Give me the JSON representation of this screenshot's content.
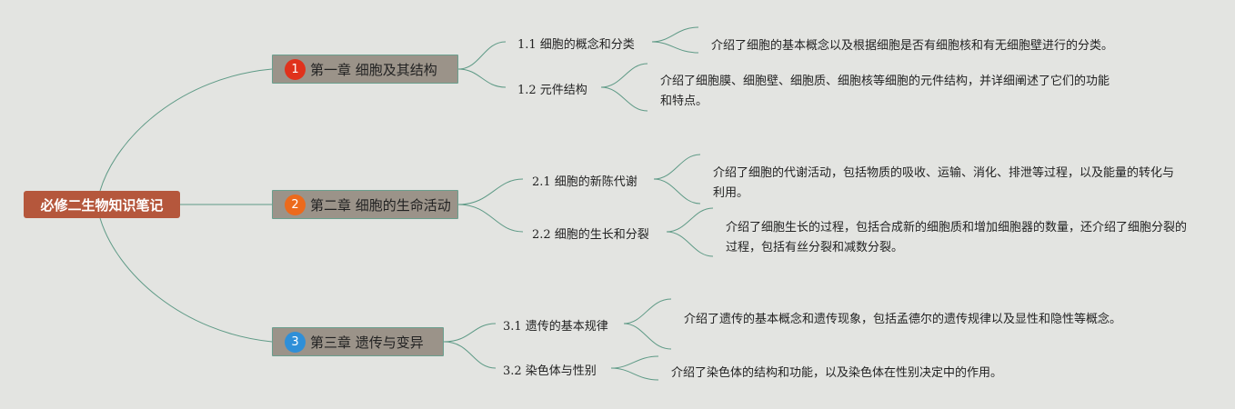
{
  "root": {
    "label": "必修二生物知识笔记"
  },
  "chapters": [
    {
      "number": "1",
      "badge_color": "#e0321c",
      "title": "第一章 细胞及其结构",
      "sections": [
        {
          "title": "1.1 细胞的概念和分类",
          "desc": "介绍了细胞的基本概念以及根据细胞是否有细胞核和有无细胞壁进行的分类。"
        },
        {
          "title": "1.2 元件结构",
          "desc": "介绍了细胞膜、细胞壁、细胞质、细胞核等细胞的元件结构，并详细阐述了它们的功能和特点。"
        }
      ]
    },
    {
      "number": "2",
      "badge_color": "#ec6a1c",
      "title": "第二章 细胞的生命活动",
      "sections": [
        {
          "title": "2.1 细胞的新陈代谢",
          "desc": "介绍了细胞的代谢活动，包括物质的吸收、运输、消化、排泄等过程，以及能量的转化与利用。"
        },
        {
          "title": "2.2 细胞的生长和分裂",
          "desc": "介绍了细胞生长的过程，包括合成新的细胞质和增加细胞器的数量，还介绍了细胞分裂的过程，包括有丝分裂和减数分裂。"
        }
      ]
    },
    {
      "number": "3",
      "badge_color": "#2f8fd8",
      "title": "第三章 遗传与变异",
      "sections": [
        {
          "title": "3.1 遗传的基本规律",
          "desc": "介绍了遗传的基本概念和遗传现象，包括孟德尔的遗传规律以及显性和隐性等概念。"
        },
        {
          "title": "3.2 染色体与性别",
          "desc": "介绍了染色体的结构和功能，以及染色体在性别决定中的作用。"
        }
      ]
    }
  ]
}
